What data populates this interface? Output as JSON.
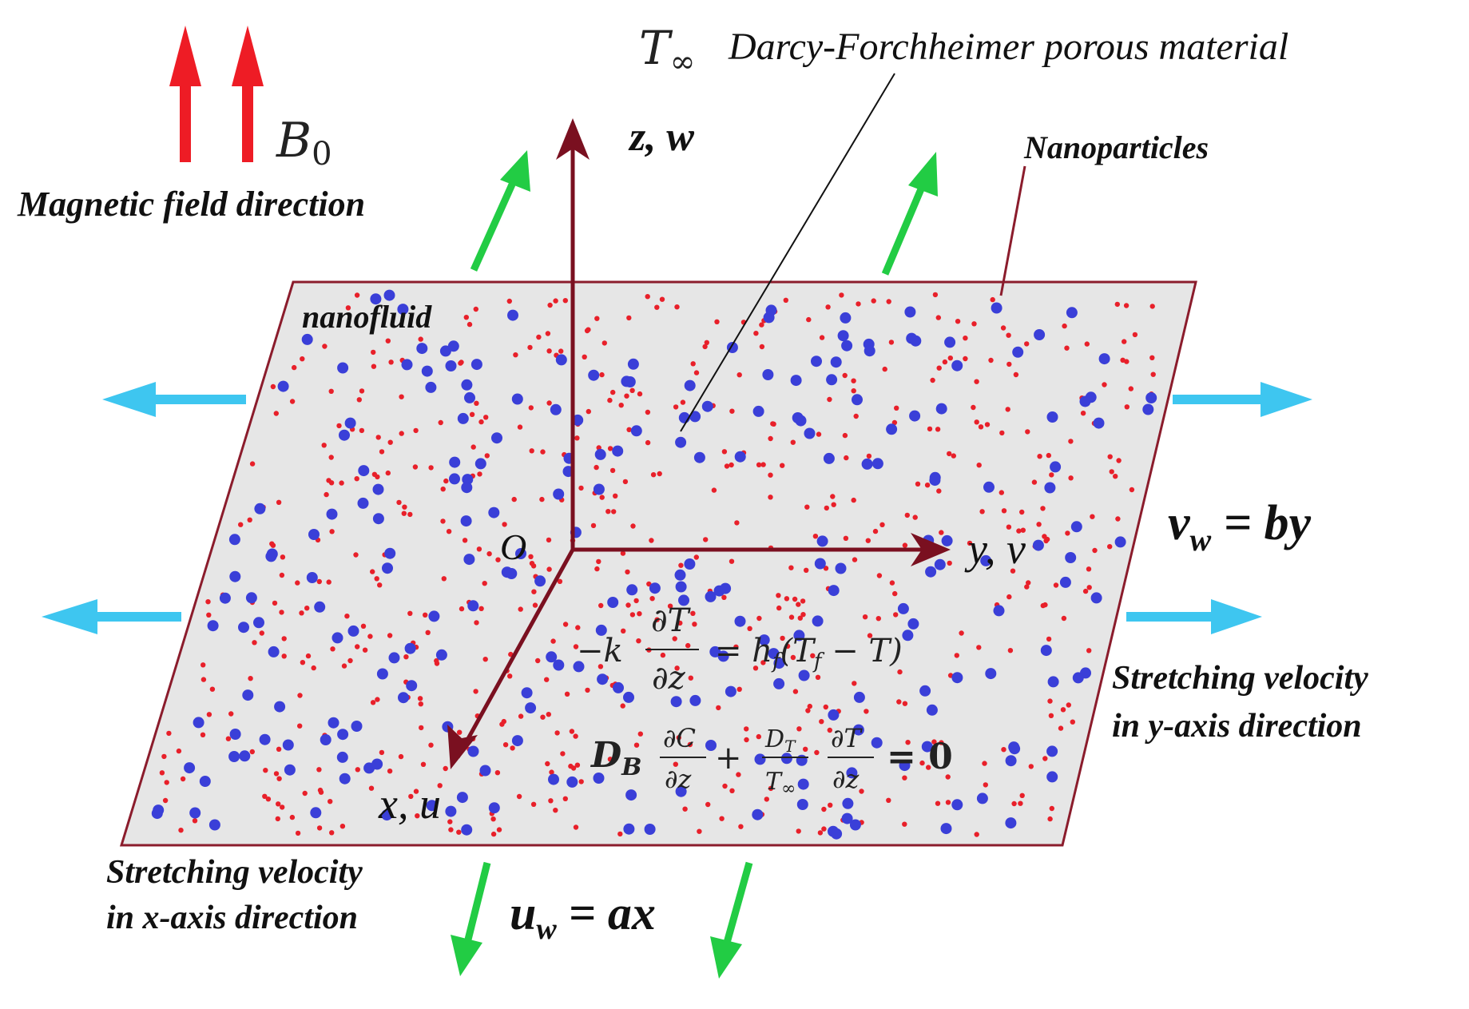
{
  "colors": {
    "sheet_fill": "#e6e6e6",
    "sheet_border": "#8b1c2c",
    "axis": "#7a1020",
    "red_particle": "#e8202a",
    "blue_particle": "#3a3fd8",
    "magnetic_arrow": "#ee1c25",
    "green_arrow": "#22cc44",
    "blue_arrow": "#3ec6f0"
  },
  "labels": {
    "b0_symbol": "B",
    "b0_sub": "0",
    "magnetic_field": "Magnetic field direction",
    "t_inf_symbol": "T",
    "t_inf_sub": "∞",
    "porous": "Darcy-Forchheimer porous material",
    "z_axis": "z, w",
    "y_axis": "y, v",
    "x_axis": "x, u",
    "origin": "O",
    "nanoparticles": "Nanoparticles",
    "nanofluid": "nanofluid",
    "vw_v": "v",
    "vw_sub": "w",
    "vw_rhs": " = by",
    "uw_u": "u",
    "uw_sub": "w",
    "uw_rhs": " = ax",
    "stretch_y_1": "Stretching velocity",
    "stretch_y_2": "in y-axis direction",
    "stretch_x_1": "Stretching velocity",
    "stretch_x_2": "in x-axis direction"
  },
  "equations": {
    "bc1": {
      "minus_k": "−k",
      "num": "∂T",
      "den": "∂z",
      "rhs_a": "= h",
      "rhs_sub_f": "f",
      "rhs_b": "(T",
      "rhs_c": " − T)"
    },
    "bc2": {
      "d": "D",
      "d_sub": "B",
      "num1": "∂C",
      "den1": "∂z",
      "plus": "+",
      "num2_d": "D",
      "num2_sub": "T",
      "den2": "T",
      "den2_sub": "∞",
      "num3": "∂T",
      "den3": "∂z",
      "rhs": "= 0"
    }
  }
}
